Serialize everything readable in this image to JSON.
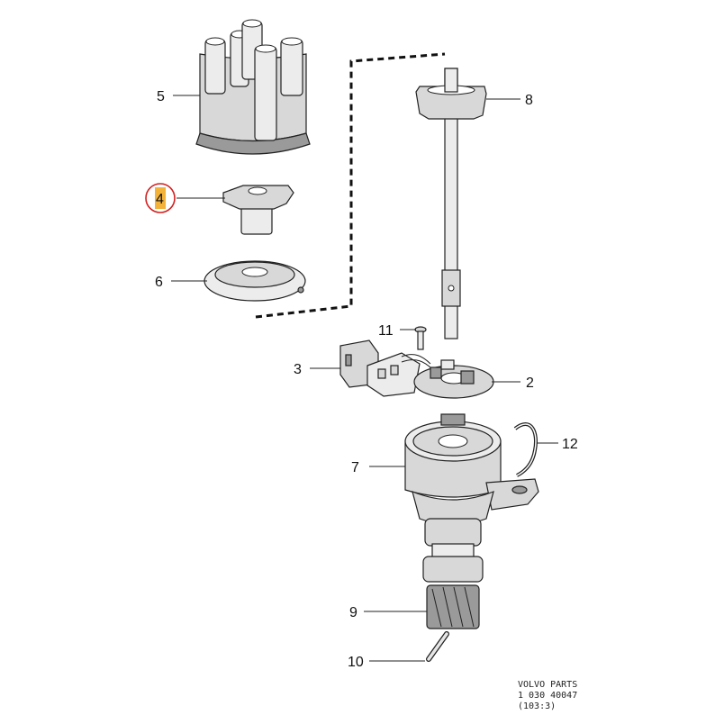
{
  "callouts": {
    "c1": "5",
    "c2": "4",
    "c3": "6",
    "c4": "8",
    "c5": "11",
    "c6": "3",
    "c7": "2",
    "c8": "12",
    "c9": "7",
    "c10": "9",
    "c11": "10"
  },
  "highlight": {
    "color": "#d21f1f",
    "fill": "#f3b23a"
  },
  "reference": {
    "line1": "VOLVO PARTS",
    "line2": "1 030 40047",
    "line3": "(103:3)"
  }
}
